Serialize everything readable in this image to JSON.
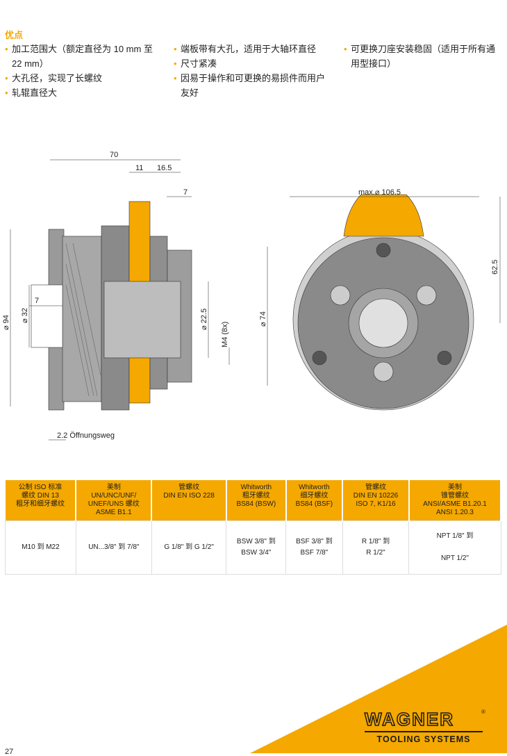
{
  "advantages": {
    "title": "优点",
    "col1": [
      "加工范围大（额定直径为 10 mm 至 22 mm）",
      "大孔径，实现了长螺纹",
      "轧辊直径大"
    ],
    "col2": [
      "端板带有大孔，适用于大轴环直径",
      "尺寸紧凑",
      "因易于操作和可更换的易损件而用户友好"
    ],
    "col3": [
      "可更换刀座安装稳固（适用于所有通用型接口）"
    ]
  },
  "drawing": {
    "d70": "70",
    "d11": "11",
    "d16_5": "16.5",
    "d7a": "7",
    "d94": "⌀ 94",
    "d32": "⌀ 32",
    "d7b": "7",
    "d22_5": "⌀ 22.5",
    "m4": "M4 (8x)",
    "d74": "⌀ 74",
    "opening": "2.2 Öffnungsweg",
    "max": "max.⌀ 106.5",
    "d62_5": "62.5"
  },
  "table": {
    "headers": [
      "公制 ISO 标准\n螺纹 DIN 13\n粗牙和细牙螺纹",
      "美制\nUN/UNC/UNF/\nUNEF/UNS 螺纹\nASME B1.1",
      "管螺纹\nDIN EN ISO 228",
      "Whitworth\n粗牙螺纹\nBS84 (BSW)",
      "Whitworth\n细牙螺纹\nBS84 (BSF)",
      "管螺纹\nDIN EN 10226\nISO 7, K1/16",
      "美制\n锥管螺纹\nANSI/ASME B1.20.1\nANSI 1.20.3"
    ],
    "row": [
      "M10 到 M22",
      "UN...3/8\" 到 7/8\"",
      "G 1/8\" 到 G 1/2\"",
      "BSW 3/8\" 到\nBSW 3/4\"",
      "BSF 3/8\" 到\nBSF 7/8\"",
      "R 1/8\" 到\nR 1/2\"",
      "NPT 1/8\" 到\n\nNPT  1/2\""
    ]
  },
  "logo": {
    "name": "WAGNER",
    "tagline": "TOOLING SYSTEMS"
  },
  "page_number": "27",
  "colors": {
    "accent": "#f5a800"
  }
}
